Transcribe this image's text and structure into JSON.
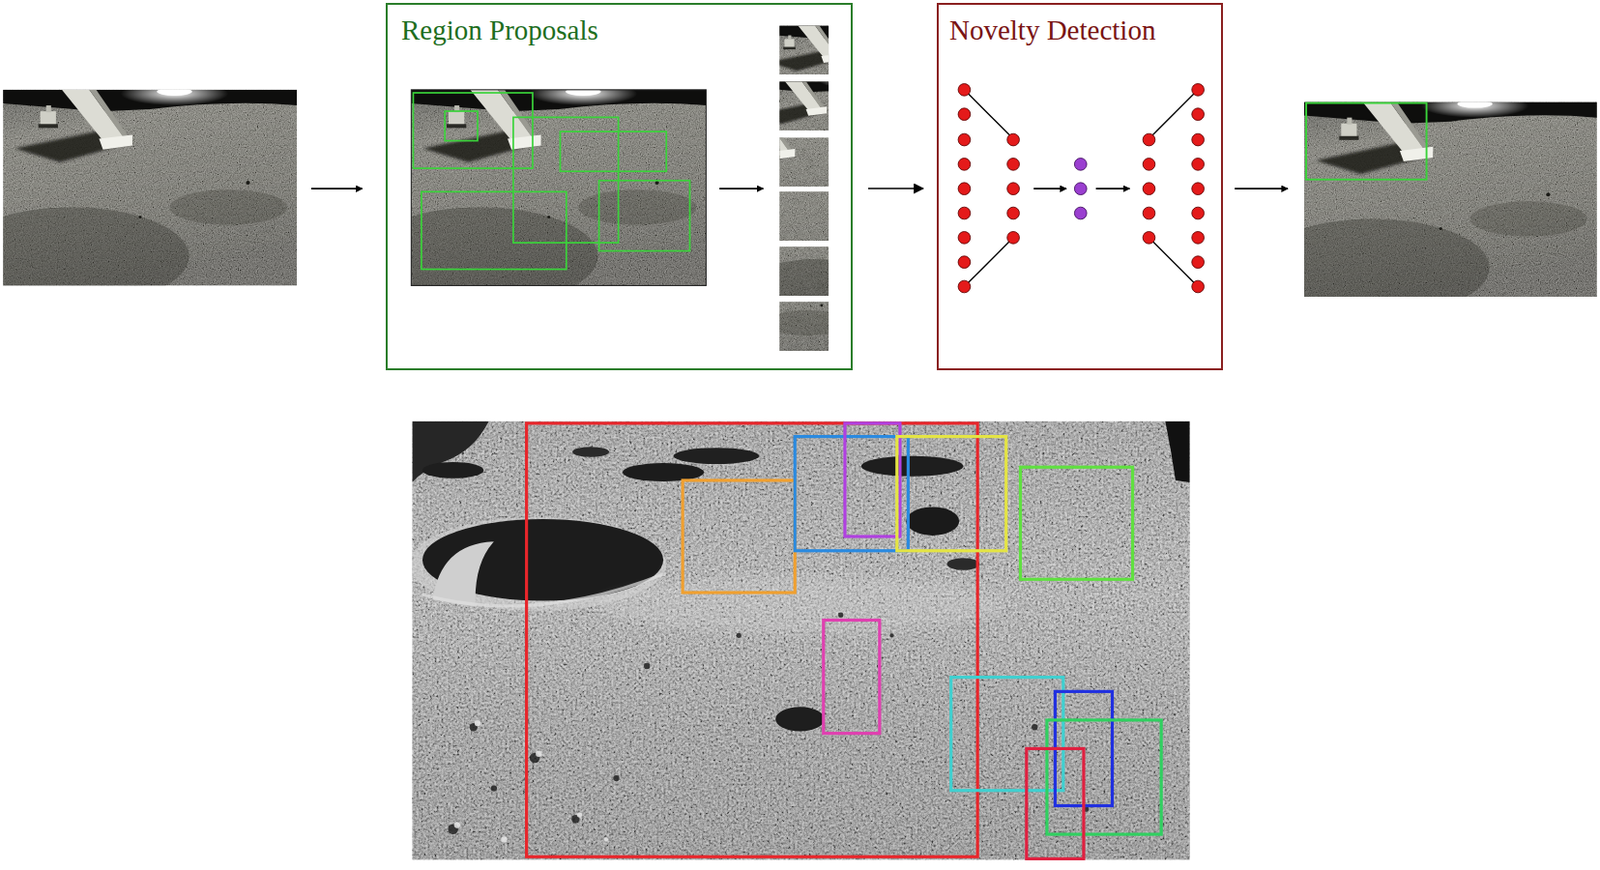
{
  "diagram": {
    "nodes": [
      {
        "text": [
          "Region Proposals"
        ]
      },
      {
        "text": [
          "Novelty Detection"
        ]
      }
    ],
    "edges": [
      {
        "from": 0,
        "to": 1,
        "arrow": "to"
      }
    ]
  }
}
